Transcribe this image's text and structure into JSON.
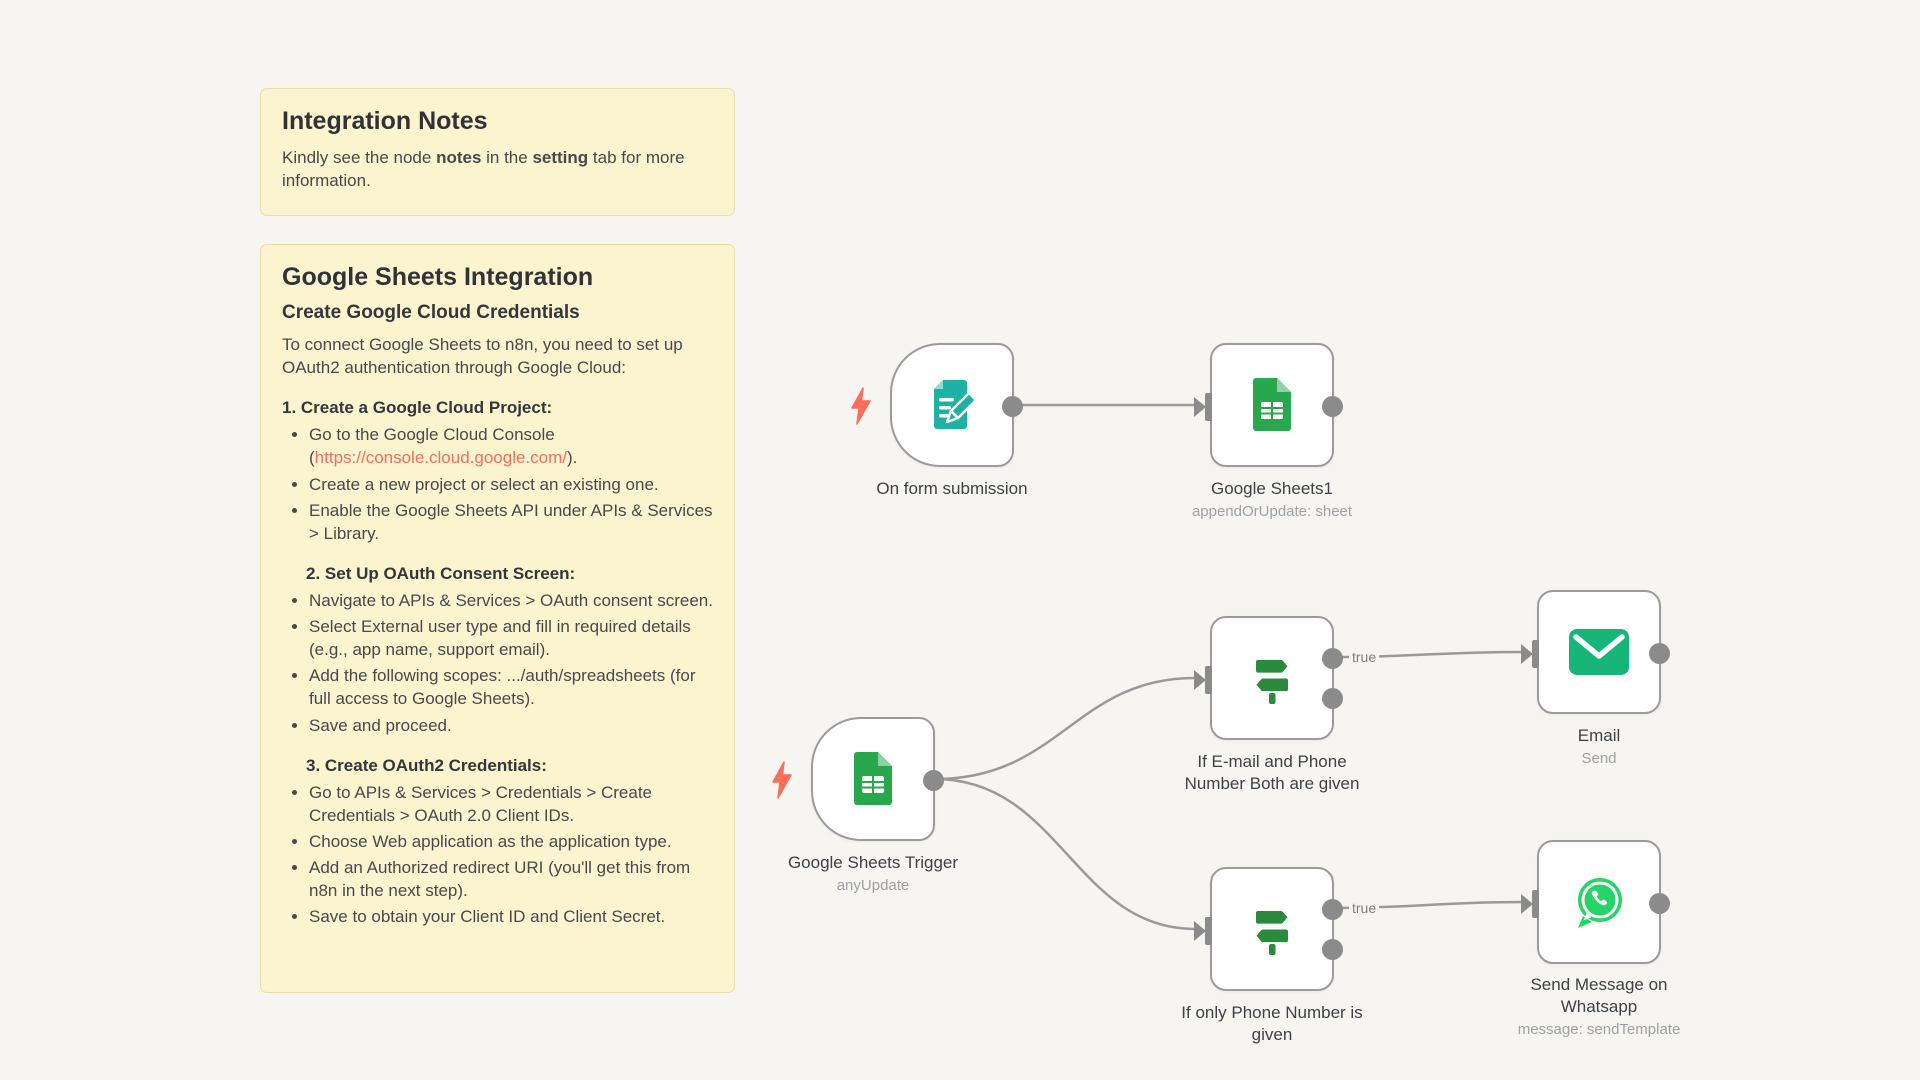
{
  "colors": {
    "canvas_bg": "#f6f5f1",
    "note_bg": "#fcf3cf",
    "note_border": "#eadfa8",
    "link": "#f3705f",
    "wire_gray": "#9a9a9a",
    "trigger_bolt": "#fe6e5b",
    "form_teal": "#1eb2a6",
    "sheets_green": "#28a74d",
    "if_green": "#2b8a3e",
    "email_green": "#17b578",
    "whatsapp_green": "#25d366"
  },
  "notes": [
    {
      "title": "Integration Notes",
      "body_segments": [
        "Kindly see the node ",
        "notes",
        " in the ",
        "setting",
        " tab for more information."
      ]
    },
    {
      "title": "Google Sheets Integration",
      "subtitle": "Create Google Cloud Credentials",
      "intro": "To connect Google Sheets to n8n, you need to set up OAuth2 authentication through Google Cloud:",
      "sections": [
        {
          "heading": "1. Create a Google Cloud Project:",
          "bullet1_pre": "Go to the Google Cloud Console (",
          "bullet1_link": "https://console.cloud.google.com/",
          "bullet1_post": ").",
          "bullets": [
            "Create a new project or select an existing one.",
            "Enable the Google Sheets API under APIs & Services > Library."
          ]
        },
        {
          "heading": "2. Set Up OAuth Consent Screen:",
          "bullets": [
            "Navigate to APIs & Services > OAuth consent screen.",
            "Select External user type and fill in required details (e.g., app name, support email).",
            "Add the following scopes: .../auth/spreadsheets (for full access to Google Sheets).",
            "Save and proceed."
          ]
        },
        {
          "heading": "3. Create OAuth2 Credentials:",
          "bullets": [
            "Go to APIs & Services > Credentials > Create Credentials > OAuth 2.0 Client IDs.",
            "Choose Web application as the application type.",
            "Add an Authorized redirect URI (you'll get this from n8n in the next step).",
            "Save to obtain your Client ID and Client Secret."
          ]
        }
      ]
    }
  ],
  "workflow": {
    "nodes": [
      {
        "label": "On form submission",
        "sublabel": ""
      },
      {
        "label": "Google Sheets1",
        "sublabel": "appendOrUpdate: sheet"
      },
      {
        "label": "Google Sheets Trigger",
        "sublabel": "anyUpdate"
      },
      {
        "label": "If E-mail and Phone Number Both are given",
        "sublabel": ""
      },
      {
        "label": "Email",
        "sublabel": "Send"
      },
      {
        "label": "If only Phone Number is given",
        "sublabel": ""
      },
      {
        "label": "Send Message on Whatsapp",
        "sublabel": "message: sendTemplate"
      }
    ],
    "connection_labels": {
      "if1_true": "true",
      "if2_true": "true"
    }
  }
}
